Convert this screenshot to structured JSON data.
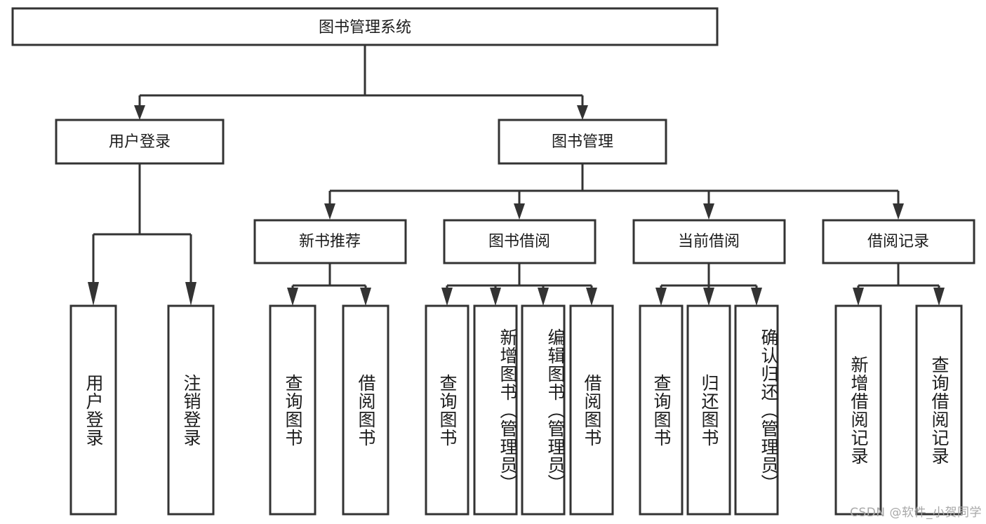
{
  "diagram": {
    "title": "图书管理系统",
    "type": "tree-hierarchy-diagram",
    "root": {
      "label": "图书管理系统"
    },
    "level2": [
      {
        "label": "用户登录"
      },
      {
        "label": "图书管理"
      }
    ],
    "level3": [
      {
        "label": "新书推荐",
        "parent": "图书管理"
      },
      {
        "label": "图书借阅",
        "parent": "图书管理"
      },
      {
        "label": "当前借阅",
        "parent": "图书管理"
      },
      {
        "label": "借阅记录",
        "parent": "图书管理"
      }
    ],
    "leaves": [
      {
        "label": "用户登录",
        "parent": "用户登录"
      },
      {
        "label": "注销登录",
        "parent": "用户登录"
      },
      {
        "label": "查询图书",
        "parent": "新书推荐"
      },
      {
        "label": "借阅图书",
        "parent": "新书推荐"
      },
      {
        "label": "查询图书",
        "parent": "图书借阅"
      },
      {
        "label": "新增图书（管理员）",
        "parent": "图书借阅"
      },
      {
        "label": "编辑图书（管理员）",
        "parent": "图书借阅"
      },
      {
        "label": "借阅图书",
        "parent": "图书借阅"
      },
      {
        "label": "查询图书",
        "parent": "当前借阅"
      },
      {
        "label": "归还图书",
        "parent": "当前借阅"
      },
      {
        "label": "确认归还（管理员）",
        "parent": "当前借阅"
      },
      {
        "label": "新增借阅记录",
        "parent": "借阅记录"
      },
      {
        "label": "查询借阅记录",
        "parent": "借阅记录"
      }
    ],
    "colors": {
      "stroke": "#333333",
      "box_fill": "#ffffff",
      "text": "#1c1c1c",
      "background": "#ffffff",
      "watermark": "#a8a8a8"
    }
  },
  "watermark": {
    "text": "CSDN @软件_小贺同学"
  }
}
